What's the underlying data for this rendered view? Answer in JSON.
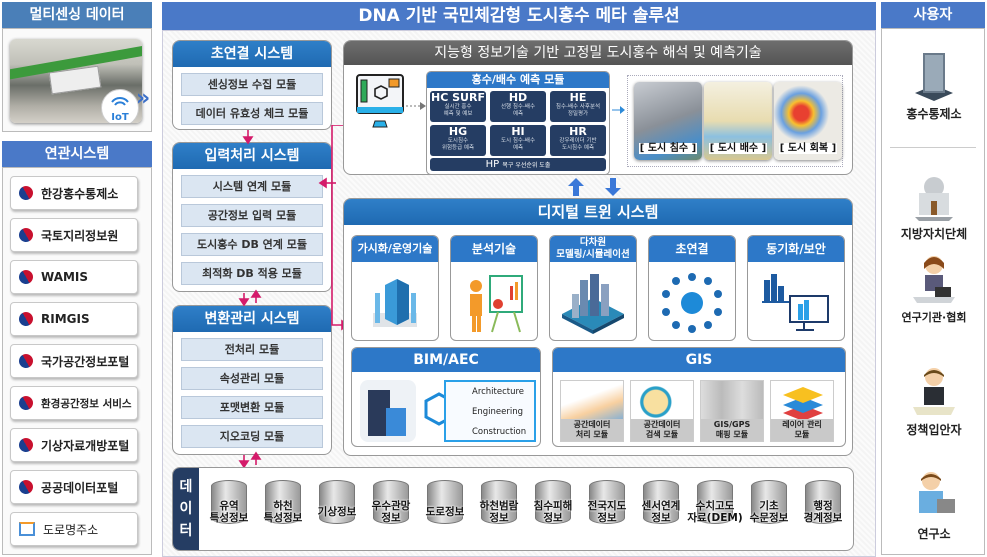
{
  "main_title": "DNA 기반 국민체감형 도시홍수 메타 솔루션",
  "left": {
    "sensing_title": "멀티센싱 데이터",
    "iot_label": "IoT",
    "related_title": "연관시스템",
    "related_items": [
      {
        "label": "한강홍수통제소",
        "icon": "taegeuk-icon"
      },
      {
        "label": "국토지리정보원",
        "icon": "taegeuk-icon"
      },
      {
        "label": "WAMIS",
        "icon": "taegeuk-icon"
      },
      {
        "label": "RIMGIS",
        "icon": "taegeuk-icon"
      },
      {
        "label": "국가공간정보포털",
        "icon": "taegeuk-icon"
      },
      {
        "label": "환경공간정보 서비스",
        "icon": "taegeuk-icon"
      },
      {
        "label": "기상자료개방포털",
        "icon": "taegeuk-icon"
      },
      {
        "label": "공공데이터포털",
        "icon": "taegeuk-icon"
      },
      {
        "label": "도로명주소",
        "icon": "road-address-icon"
      }
    ]
  },
  "systems": {
    "hyperconnect": {
      "title": "초연결 시스템",
      "modules": [
        "센싱정보 수집 모듈",
        "데이터 유효성 체크 모듈"
      ]
    },
    "input": {
      "title": "입력처리 시스템",
      "modules": [
        "시스템 연계 모듈",
        "공간정보 입력 모듈",
        "도시홍수 DB 연계 모듈",
        "최적화 DB 적용 모듈"
      ]
    },
    "transform": {
      "title": "변환관리 시스템",
      "modules": [
        "전처리 모듈",
        "속성관리 모듈",
        "포맷변환 모듈",
        "지오코딩 모듈"
      ]
    }
  },
  "intel": {
    "title": "지능형 정보기술 기반 고정밀 도시홍수 해석 및 예측기술",
    "module_title": "홍수/배수 예측 모듈",
    "cells": [
      {
        "code": "HC SURF",
        "desc1": "실시간 홍수",
        "desc2": "예측 및 예보"
      },
      {
        "code": "HD",
        "desc1": "선행 침수-배수",
        "desc2": "예측"
      },
      {
        "code": "HE",
        "desc1": "침수-배수 사후분석",
        "desc2": "정밀평가"
      },
      {
        "code": "HG",
        "desc1": "도시침수",
        "desc2": "위험등급 예측"
      },
      {
        "code": "HI",
        "desc1": "도시 침수-배수",
        "desc2": "예측"
      },
      {
        "code": "HR",
        "desc1": "강우레이더 기반",
        "desc2": "도시침수 예측"
      }
    ],
    "hp": {
      "code": "HP",
      "desc": "복구 우선순위 도출"
    },
    "scenarios": [
      "[ 도시 침수 ]",
      "[ 도시 배수 ]",
      "[ 도시 회복 ]"
    ]
  },
  "digital_twin": {
    "title": "디지털 트윈 시스템",
    "cards": [
      {
        "label": "가시화/운영기술",
        "icon": "visualization-icon"
      },
      {
        "label": "분석기술",
        "icon": "analysis-presenter-icon"
      },
      {
        "label": "다차원\n모델링/시뮬레이션",
        "line1": "다차원",
        "line2": "모델링/시뮬레이션",
        "icon": "3d-city-icon"
      },
      {
        "label": "초연결",
        "icon": "cloud-network-icon"
      },
      {
        "label": "동기화/보안",
        "icon": "sync-monitor-icon"
      }
    ],
    "bim": {
      "title": "BIM/AEC",
      "items": [
        "Architecture",
        "Engineering",
        "Construction"
      ]
    },
    "gis": {
      "title": "GIS",
      "modules": [
        {
          "line1": "공간데이터",
          "line2": "처리 모듈"
        },
        {
          "line1": "공간데이터",
          "line2": "검색 모듈"
        },
        {
          "line1": "GIS/GPS",
          "line2": "매핑 모듈"
        },
        {
          "line1": "레이어 관리",
          "line2": "모듈"
        }
      ]
    }
  },
  "data": {
    "label": "데이터",
    "label_chars": [
      "데",
      "이",
      "터"
    ],
    "items": [
      {
        "line1": "유역",
        "line2": "특성정보"
      },
      {
        "line1": "하천",
        "line2": "특성정보"
      },
      {
        "line1": "기상정보",
        "line2": ""
      },
      {
        "line1": "우수관망",
        "line2": "정보"
      },
      {
        "line1": "도로정보",
        "line2": ""
      },
      {
        "line1": "하천범람",
        "line2": "정보"
      },
      {
        "line1": "침수피해",
        "line2": "정보"
      },
      {
        "line1": "전국지도",
        "line2": "정보"
      },
      {
        "line1": "센서연계",
        "line2": "정보"
      },
      {
        "line1": "수치고도",
        "line2": "자료(DEM)"
      },
      {
        "line1": "기초",
        "line2": "수문정보"
      },
      {
        "line1": "행정",
        "line2": "경계정보"
      }
    ]
  },
  "users": {
    "title": "사용자",
    "items": [
      {
        "label": "홍수통제소",
        "icon": "office-building-icon"
      },
      {
        "label": "지방자치단체",
        "icon": "capitol-building-icon"
      },
      {
        "label": "연구기관·협회",
        "icon": "researcher-woman-icon"
      },
      {
        "label": "정책입안자",
        "icon": "policymaker-icon"
      },
      {
        "label": "연구소",
        "icon": "researcher-man-icon"
      }
    ]
  },
  "colors": {
    "accent_blue": "#2d78c8",
    "header_blue": "#4a79c8",
    "navy": "#253d63",
    "connector_magenta": "#d41b6a"
  }
}
